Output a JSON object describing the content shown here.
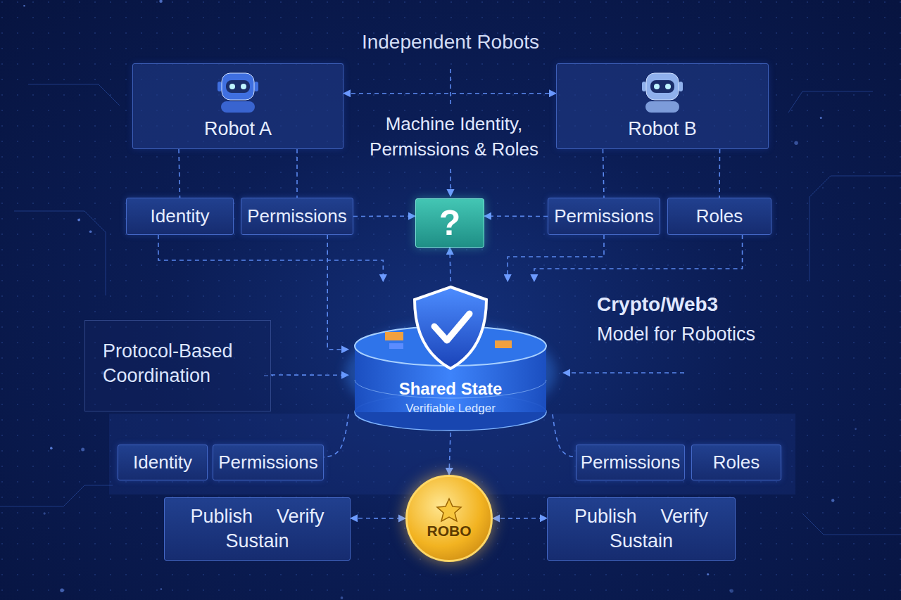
{
  "diagram": {
    "title": "Independent Robots",
    "nodes": [
      {
        "text": [
          "Robot A"
        ]
      },
      {
        "text": [
          "Robot B"
        ]
      },
      {
        "text": [
          "Identity"
        ]
      },
      {
        "text": [
          "Permissions"
        ]
      },
      {
        "text": [
          "?"
        ]
      },
      {
        "text": [
          "Permissions"
        ]
      },
      {
        "text": [
          "Roles"
        ]
      },
      {
        "text": [
          "Shared State",
          "Verifiable Ledger"
        ]
      },
      {
        "text": [
          "Protocol-Based Coordination"
        ]
      },
      {
        "text": [
          "Identity"
        ]
      },
      {
        "text": [
          "Permissions"
        ]
      },
      {
        "text": [
          "Permissions"
        ]
      },
      {
        "text": [
          "Roles"
        ]
      },
      {
        "text": [
          "Publish",
          "Verify",
          "Sustain"
        ]
      },
      {
        "text": [
          "ROBO"
        ]
      },
      {
        "text": [
          "Publish",
          "Verify",
          "Sustain"
        ]
      }
    ],
    "edges": [
      {
        "from": 0,
        "to": 1,
        "arrow": "both"
      },
      {
        "from": 0,
        "to": 2,
        "arrow": "none"
      },
      {
        "from": 0,
        "to": 3,
        "arrow": "none"
      },
      {
        "from": 1,
        "to": 5,
        "arrow": "none"
      },
      {
        "from": 1,
        "to": 6,
        "arrow": "none"
      },
      {
        "from": 3,
        "to": 4,
        "arrow": "to"
      },
      {
        "from": 5,
        "to": 4,
        "arrow": "to"
      },
      {
        "from": 7,
        "to": 4,
        "arrow": "to"
      },
      {
        "from": 2,
        "to": 7,
        "arrow": "to"
      },
      {
        "from": 3,
        "to": 7,
        "arrow": "to"
      },
      {
        "from": 5,
        "to": 7,
        "arrow": "to"
      },
      {
        "from": 6,
        "to": 7,
        "arrow": "to"
      },
      {
        "from": 8,
        "to": 7,
        "arrow": "to"
      },
      {
        "from": 7,
        "to": 10,
        "arrow": "none"
      },
      {
        "from": 7,
        "to": 11,
        "arrow": "none"
      },
      {
        "from": 7,
        "to": 14,
        "arrow": "to"
      },
      {
        "from": 13,
        "to": 14,
        "arrow": "both"
      },
      {
        "from": 14,
        "to": 15,
        "arrow": "both"
      }
    ],
    "labels": [
      "Machine Identity, Permissions & Roles",
      "Crypto/Web3",
      "Model for Robotics"
    ]
  }
}
